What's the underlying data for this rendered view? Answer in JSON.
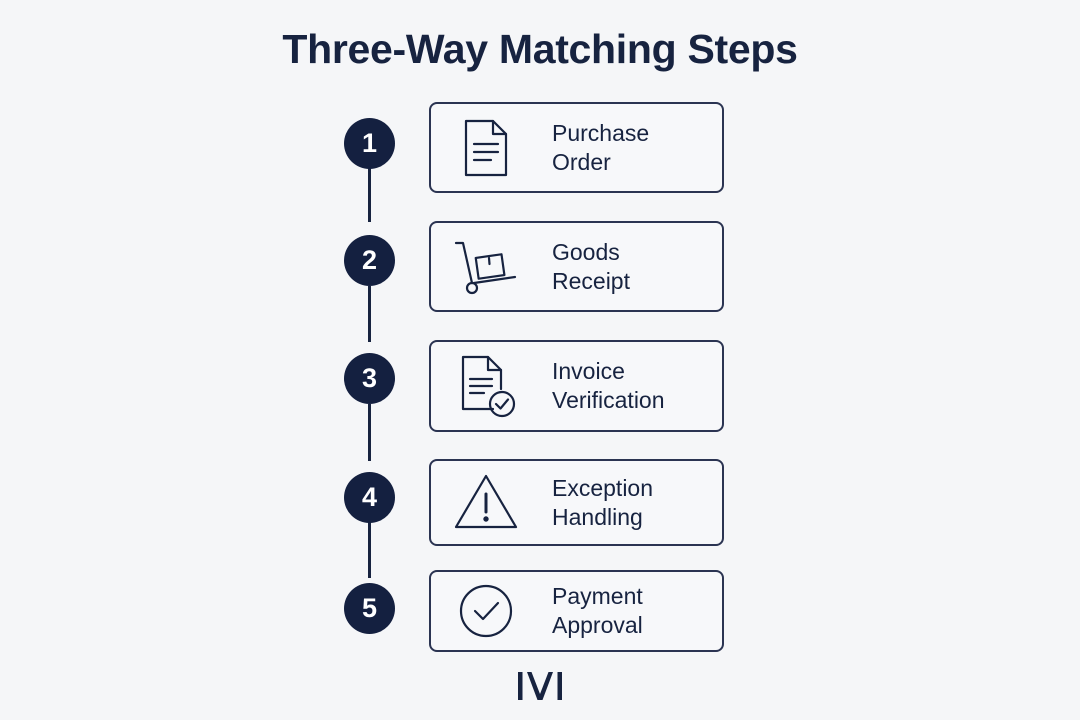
{
  "title": "Three-Way Matching Steps",
  "colors": {
    "primary": "#172340",
    "background": "#f5f6f8",
    "card_border": "#2b3452"
  },
  "steps": [
    {
      "number": "1",
      "line1": "Purchase",
      "line2": "Order",
      "icon": "document-icon"
    },
    {
      "number": "2",
      "line1": "Goods",
      "line2": "Receipt",
      "icon": "hand-truck-icon"
    },
    {
      "number": "3",
      "line1": "Invoice",
      "line2": "Verification",
      "icon": "document-check-icon"
    },
    {
      "number": "4",
      "line1": "Exception",
      "line2": "Handling",
      "icon": "warning-icon"
    },
    {
      "number": "5",
      "line1": "Payment",
      "line2": "Approval",
      "icon": "check-circle-icon"
    }
  ],
  "footer": {
    "logo_text": "IVI"
  }
}
